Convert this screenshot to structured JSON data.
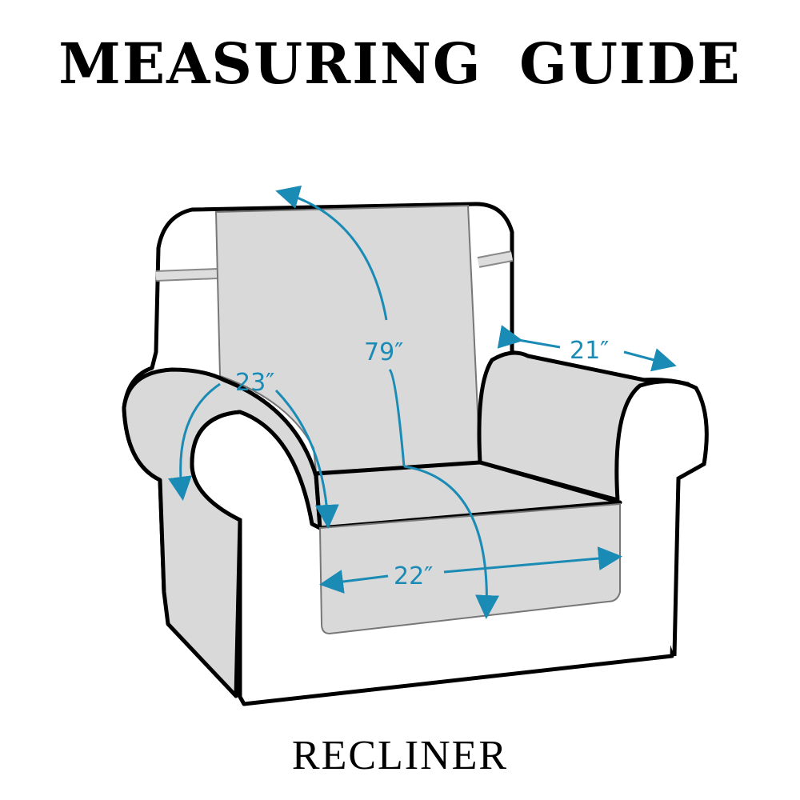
{
  "title": "MEASURING GUIDE",
  "subtitle": "RECLINER",
  "measurements": {
    "back_length": "79″",
    "arm_depth": "21″",
    "arm_height": "23″",
    "seat_width": "22″"
  },
  "colors": {
    "accent": "#1a8bb5",
    "fill": "#d9d9d9",
    "outline": "#000000"
  }
}
